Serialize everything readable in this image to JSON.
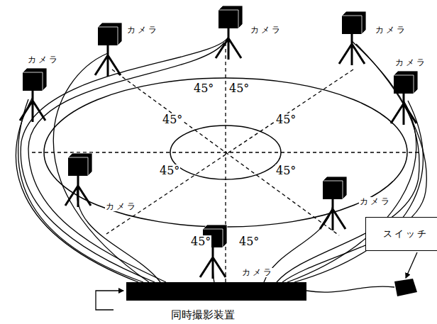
{
  "diagram": {
    "nodes": [
      {
        "text": [
          "スイッチ"
        ]
      }
    ],
    "labels": [
      "カメラ",
      "カメラ",
      "カメラ",
      "カメラ",
      "カメラ",
      "カメラ",
      "カメラ",
      "カメラ",
      "45°",
      "45°",
      "45°",
      "45°",
      "45°",
      "45°",
      "45°",
      "45°",
      "同時撮影装置"
    ]
  }
}
